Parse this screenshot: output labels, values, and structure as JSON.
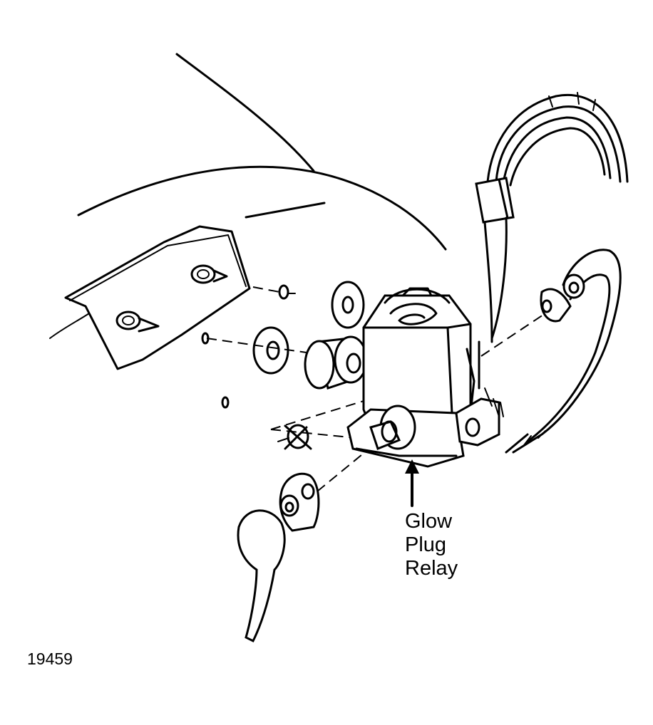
{
  "figure": {
    "callout": {
      "lines": [
        "Glow",
        "Plug",
        "Relay"
      ]
    },
    "figure_number": "19459"
  }
}
